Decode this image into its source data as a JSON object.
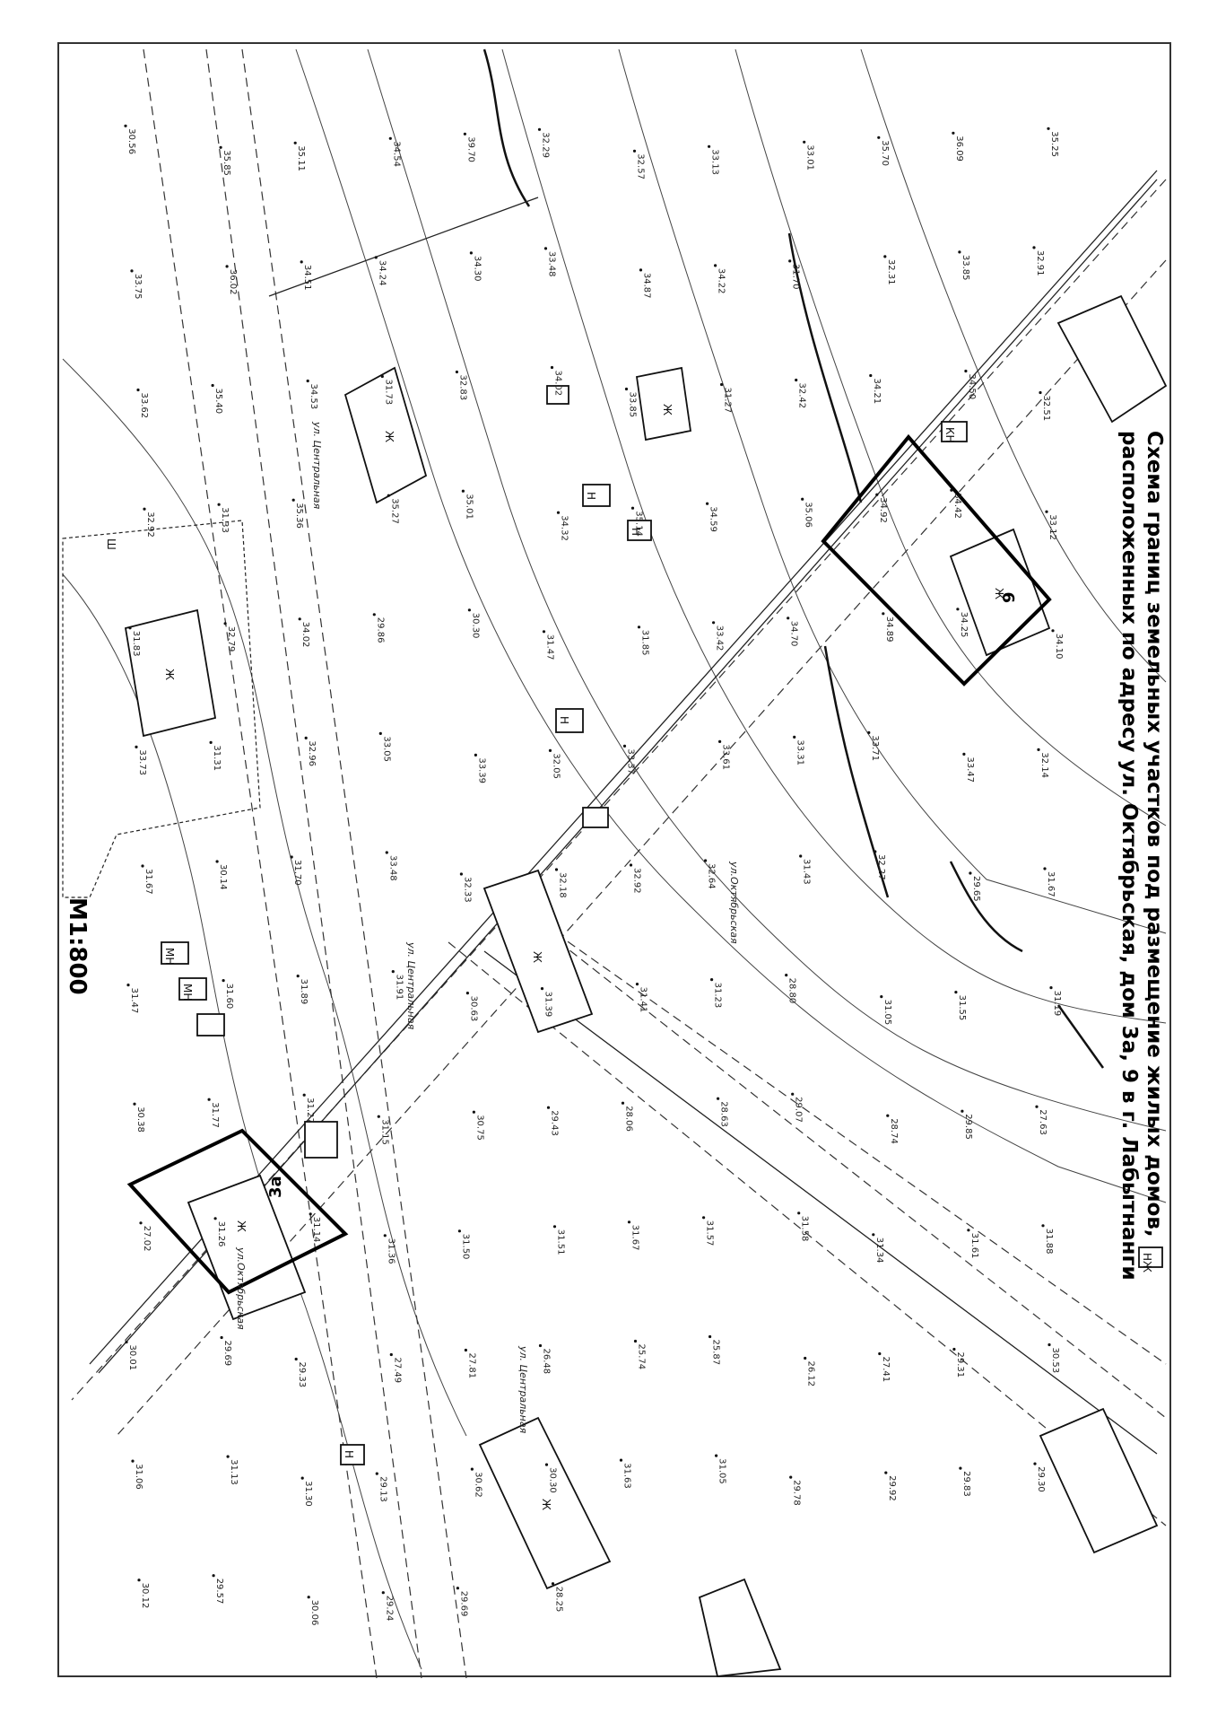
{
  "title": {
    "line1": "Схема границ земельных участков под размещение жилых домов,",
    "line2": "расположенных по адресу ул. Октябрьская, дом 3а, 9 в г. Лабытнанги"
  },
  "scale": "М1:800",
  "parcels": [
    {
      "label": "3а"
    },
    {
      "label": "9"
    }
  ],
  "streets": [
    "ул. Центральная",
    "ул. Центральная",
    "ул.Октябрьская",
    "ул.Октябрьская",
    "ул. Центральная"
  ],
  "building_labels": [
    "Ж",
    "Ж",
    "Ж",
    "Ж",
    "Ж",
    "Ж",
    "Ж",
    "Н",
    "Н",
    "Н",
    "МН",
    "МН",
    "Ш",
    "КН",
    "НЖ",
    "Н"
  ],
  "elevations": [
    "30.56",
    "35.85",
    "35.11",
    "34.54",
    "39.70",
    "32.29",
    "32.57",
    "33.13",
    "33.01",
    "35.70",
    "36.09",
    "35.25",
    "33.75",
    "36.02",
    "34.51",
    "34.24",
    "34.30",
    "33.48",
    "34.87",
    "34.22",
    "31.70",
    "32.31",
    "33.85",
    "32.91",
    "33.62",
    "35.40",
    "34.53",
    "31.73",
    "32.83",
    "34.02",
    "33.85",
    "31.27",
    "32.42",
    "34.21",
    "34.50",
    "32.51",
    "32.92",
    "31.33",
    "35.36",
    "35.27",
    "35.01",
    "34.32",
    "35.14",
    "34.59",
    "35.06",
    "34.92",
    "34.42",
    "33.12",
    "31.83",
    "32.79",
    "34.02",
    "29.86",
    "30.30",
    "31.47",
    "31.85",
    "33.42",
    "34.70",
    "34.89",
    "34.25",
    "34.10",
    "33.73",
    "31.31",
    "32.96",
    "33.05",
    "33.39",
    "32.05",
    "33.37",
    "33.61",
    "33.31",
    "33.71",
    "33.47",
    "32.14",
    "31.67",
    "30.14",
    "31.70",
    "33.48",
    "32.33",
    "32.18",
    "32.92",
    "32.64",
    "31.43",
    "32.27",
    "29.65",
    "31.67",
    "31.47",
    "31.60",
    "31.89",
    "31.91",
    "30.63",
    "31.39",
    "31.41",
    "31.23",
    "28.80",
    "31.05",
    "31.55",
    "31.19",
    "30.38",
    "31.77",
    "31.27",
    "31.15",
    "30.75",
    "29.43",
    "28.06",
    "28.63",
    "29.07",
    "28.74",
    "29.85",
    "27.63",
    "27.02",
    "31.26",
    "31.14",
    "31.36",
    "31.50",
    "31.51",
    "31.67",
    "31.57",
    "31.58",
    "31.34",
    "31.61",
    "31.88",
    "30.01",
    "29.69",
    "29.33",
    "27.49",
    "27.81",
    "26.48",
    "25.74",
    "25.87",
    "26.12",
    "27.41",
    "29.31",
    "30.53",
    "31.06",
    "31.13",
    "31.30",
    "29.13",
    "30.62",
    "30.30",
    "31.63",
    "31.05",
    "29.78",
    "29.92",
    "29.83",
    "29.30",
    "30.12",
    "29.57",
    "30.06",
    "29.24",
    "29.69",
    "28.25"
  ]
}
